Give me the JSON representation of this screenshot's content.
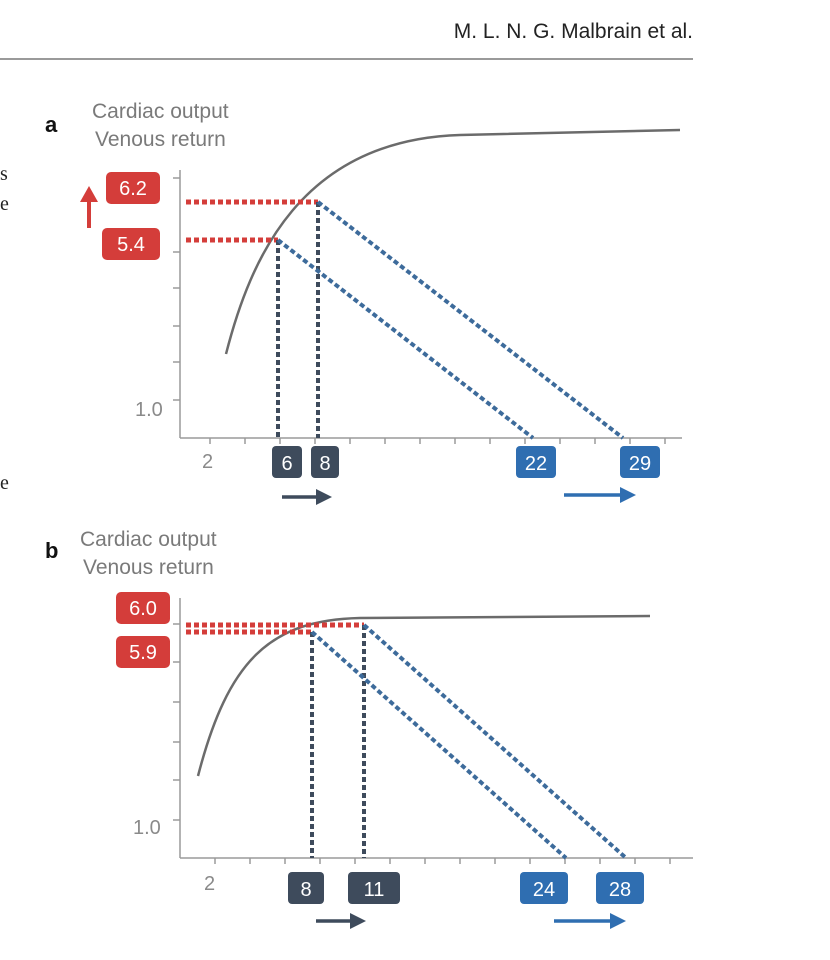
{
  "header": {
    "author": "M. L. N. G. Malbrain et al."
  },
  "edge_text": [
    "s",
    "e",
    "e"
  ],
  "colors": {
    "curve": "#6b6b6b",
    "axis": "#9a9a9a",
    "co_highlight": "#d43d3a",
    "venous_line": "#3d6b9b",
    "pressure_dark": "#3e4b5c",
    "pressure_blue": "#2f6eb1"
  },
  "chart_data": [
    {
      "type": "line",
      "panel_label": "a",
      "ylabel": [
        "Cardiac output",
        "Venous return"
      ],
      "y_tick_labels": {
        "bottom": "1.0"
      },
      "x_tick_labels": {
        "left": "2"
      },
      "highlighted_co": [
        "6.2",
        "5.4"
      ],
      "co_change_arrow": "up",
      "preload_pressures": [
        "6",
        "8"
      ],
      "venous_pressures": [
        "22",
        "29"
      ],
      "venous_return_lines": [
        {
          "from_preload": 6,
          "to_mean_systemic_filling": 22
        },
        {
          "from_preload": 8,
          "to_mean_systemic_filling": 29
        }
      ],
      "shift_arrows": [
        "right",
        "right"
      ]
    },
    {
      "type": "line",
      "panel_label": "b",
      "ylabel": [
        "Cardiac output",
        "Venous return"
      ],
      "y_tick_labels": {
        "bottom": "1.0"
      },
      "x_tick_labels": {
        "left": "2"
      },
      "highlighted_co": [
        "6.0",
        "5.9"
      ],
      "preload_pressures": [
        "8",
        "11"
      ],
      "venous_pressures": [
        "24",
        "28"
      ],
      "venous_return_lines": [
        {
          "from_preload": 8,
          "to_mean_systemic_filling": 24
        },
        {
          "from_preload": 11,
          "to_mean_systemic_filling": 28
        }
      ],
      "shift_arrows": [
        "right",
        "right"
      ]
    }
  ]
}
